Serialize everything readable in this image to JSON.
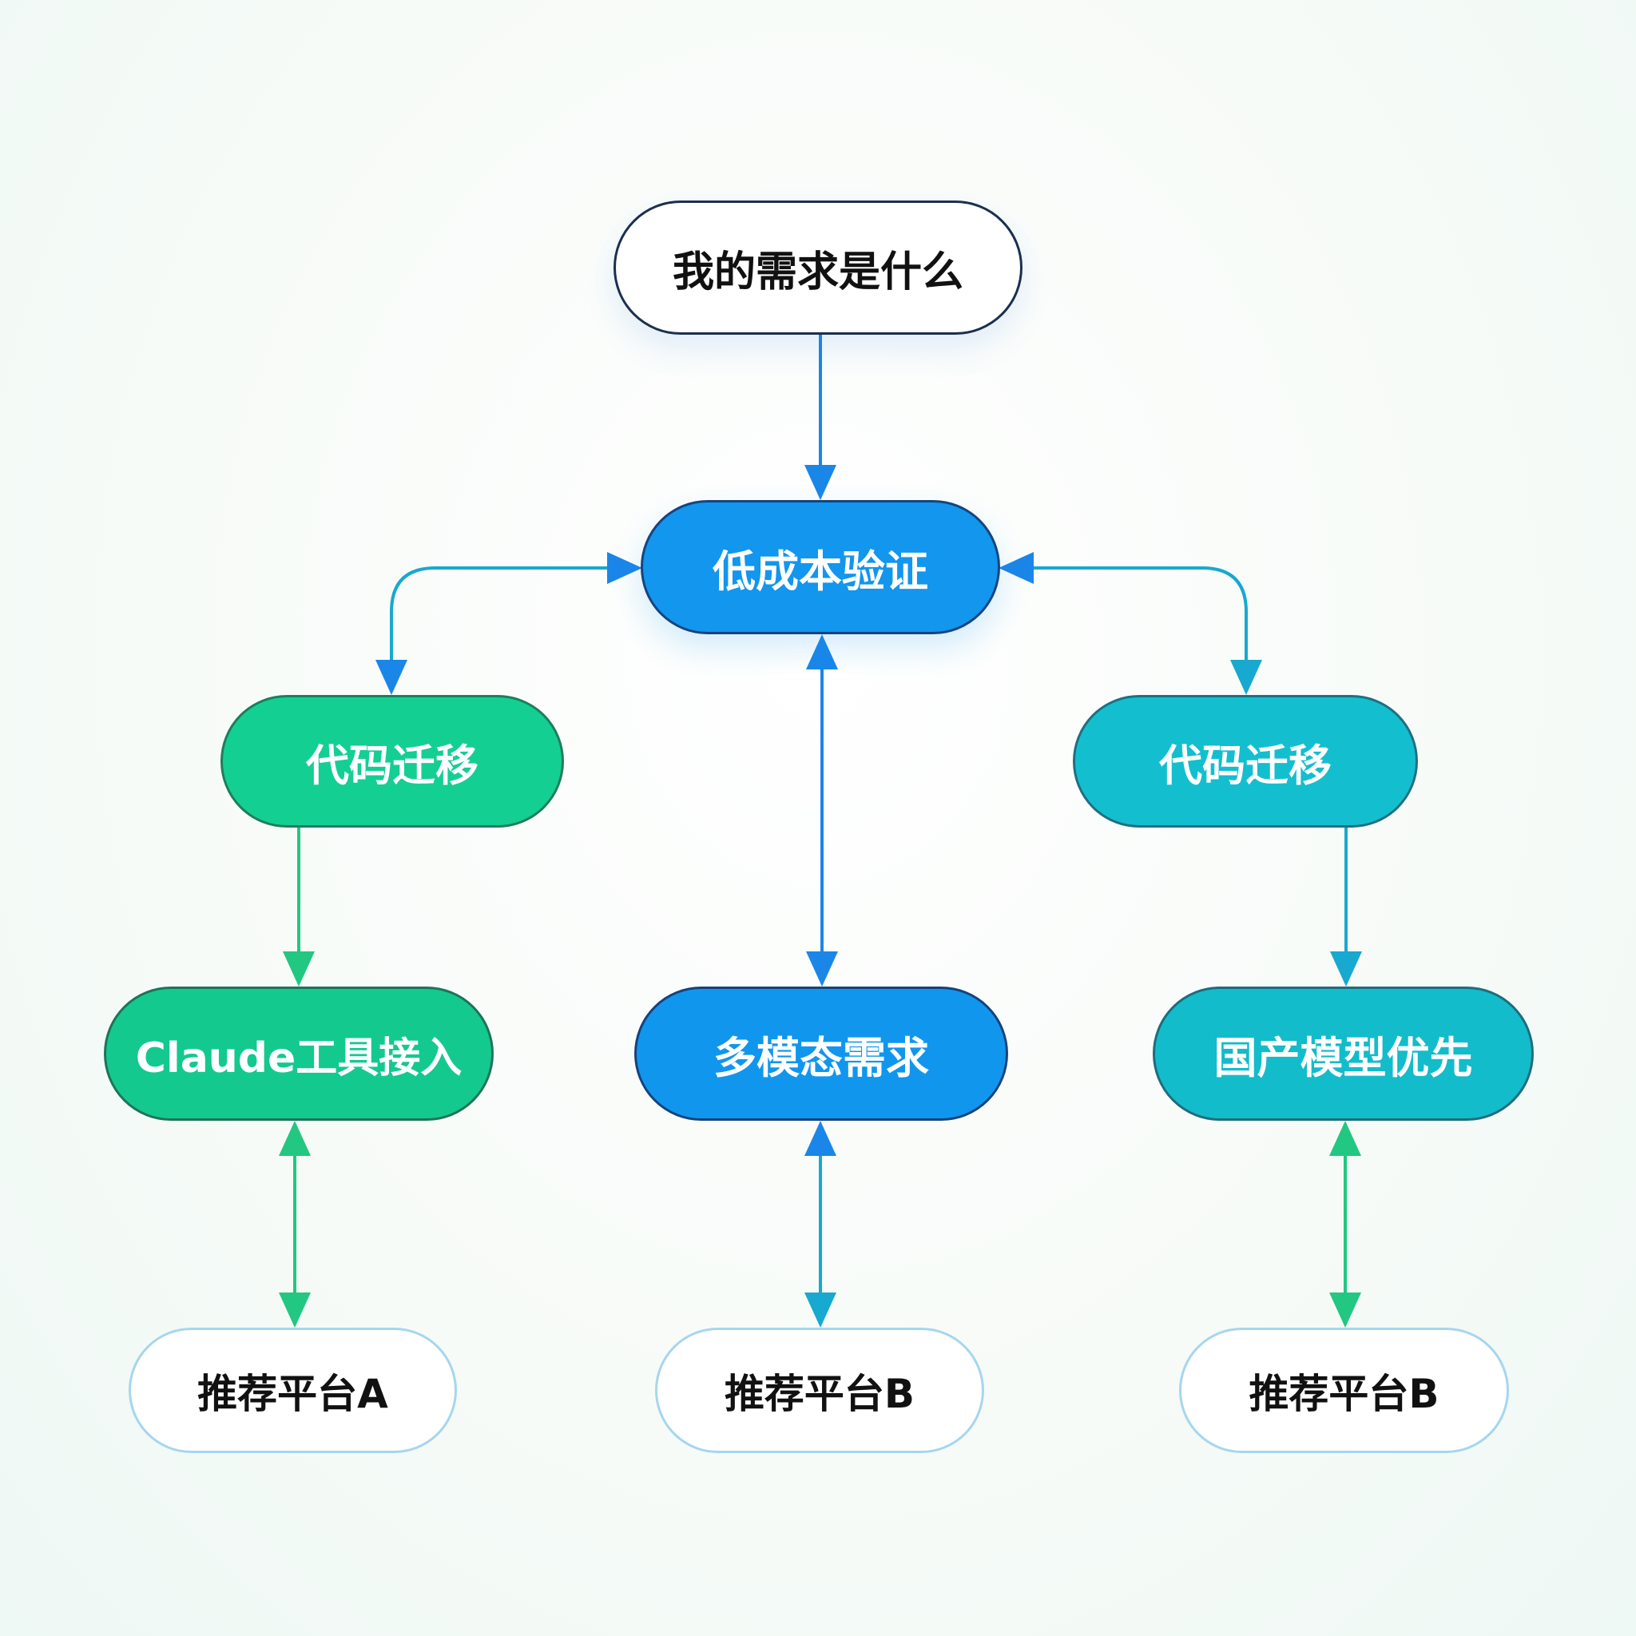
{
  "nodes": {
    "start": "我的需求是什么",
    "center": "低成本验证",
    "left_mid": "代码迁移",
    "right_mid": "代码迁移",
    "left_low": "Claude工具接入",
    "mid_low": "多模态需求",
    "right_low": "国产模型优先",
    "out_a": "推荐平台A",
    "out_b": "推荐平台B",
    "out_c": "推荐平台B"
  },
  "colors": {
    "blue": "#1296ee",
    "green": "#14cf92",
    "teal": "#13bfcf",
    "arrow_blue": "#1a86e8",
    "arrow_teal": "#17a9cf",
    "arrow_green": "#22c781",
    "outline_light": "#a6d6ef",
    "outline_dark": "#1b2f4e"
  }
}
